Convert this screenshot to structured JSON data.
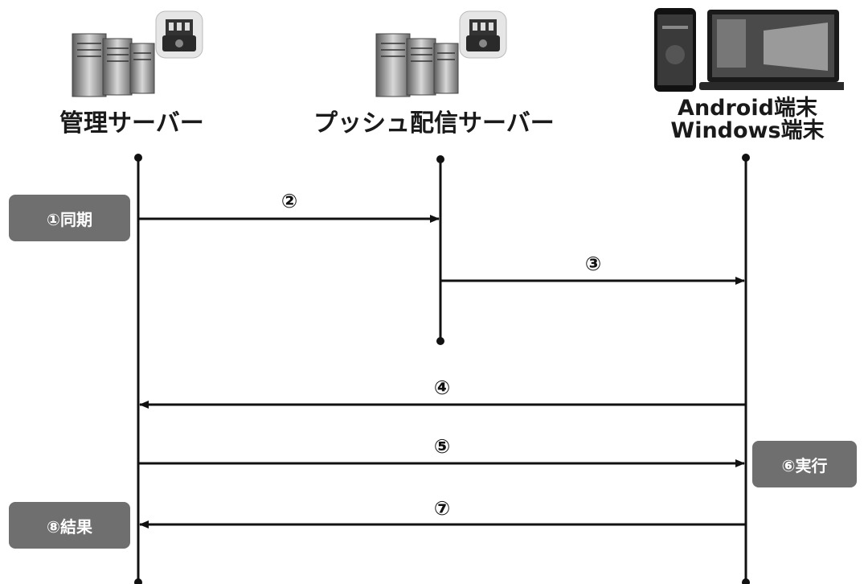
{
  "actors": {
    "management_server": {
      "title": "管理サーバー",
      "icon": "server-rack-icon"
    },
    "push_server": {
      "title": "プッシュ配信サーバー",
      "icon": "server-rack-icon"
    },
    "devices": {
      "title_line1": "Android端末",
      "title_line2": "Windows端末",
      "icon": "phone-and-laptop-icon"
    }
  },
  "tags": {
    "sync": "①同期",
    "execute": "⑥実行",
    "result": "⑧結果"
  },
  "steps": {
    "s2": "②",
    "s3": "③",
    "s4": "④",
    "s5": "⑤",
    "s7": "⑦"
  },
  "colors": {
    "line": "#111111",
    "tag_bg": "#6f6f6f",
    "tag_text": "#ffffff"
  }
}
